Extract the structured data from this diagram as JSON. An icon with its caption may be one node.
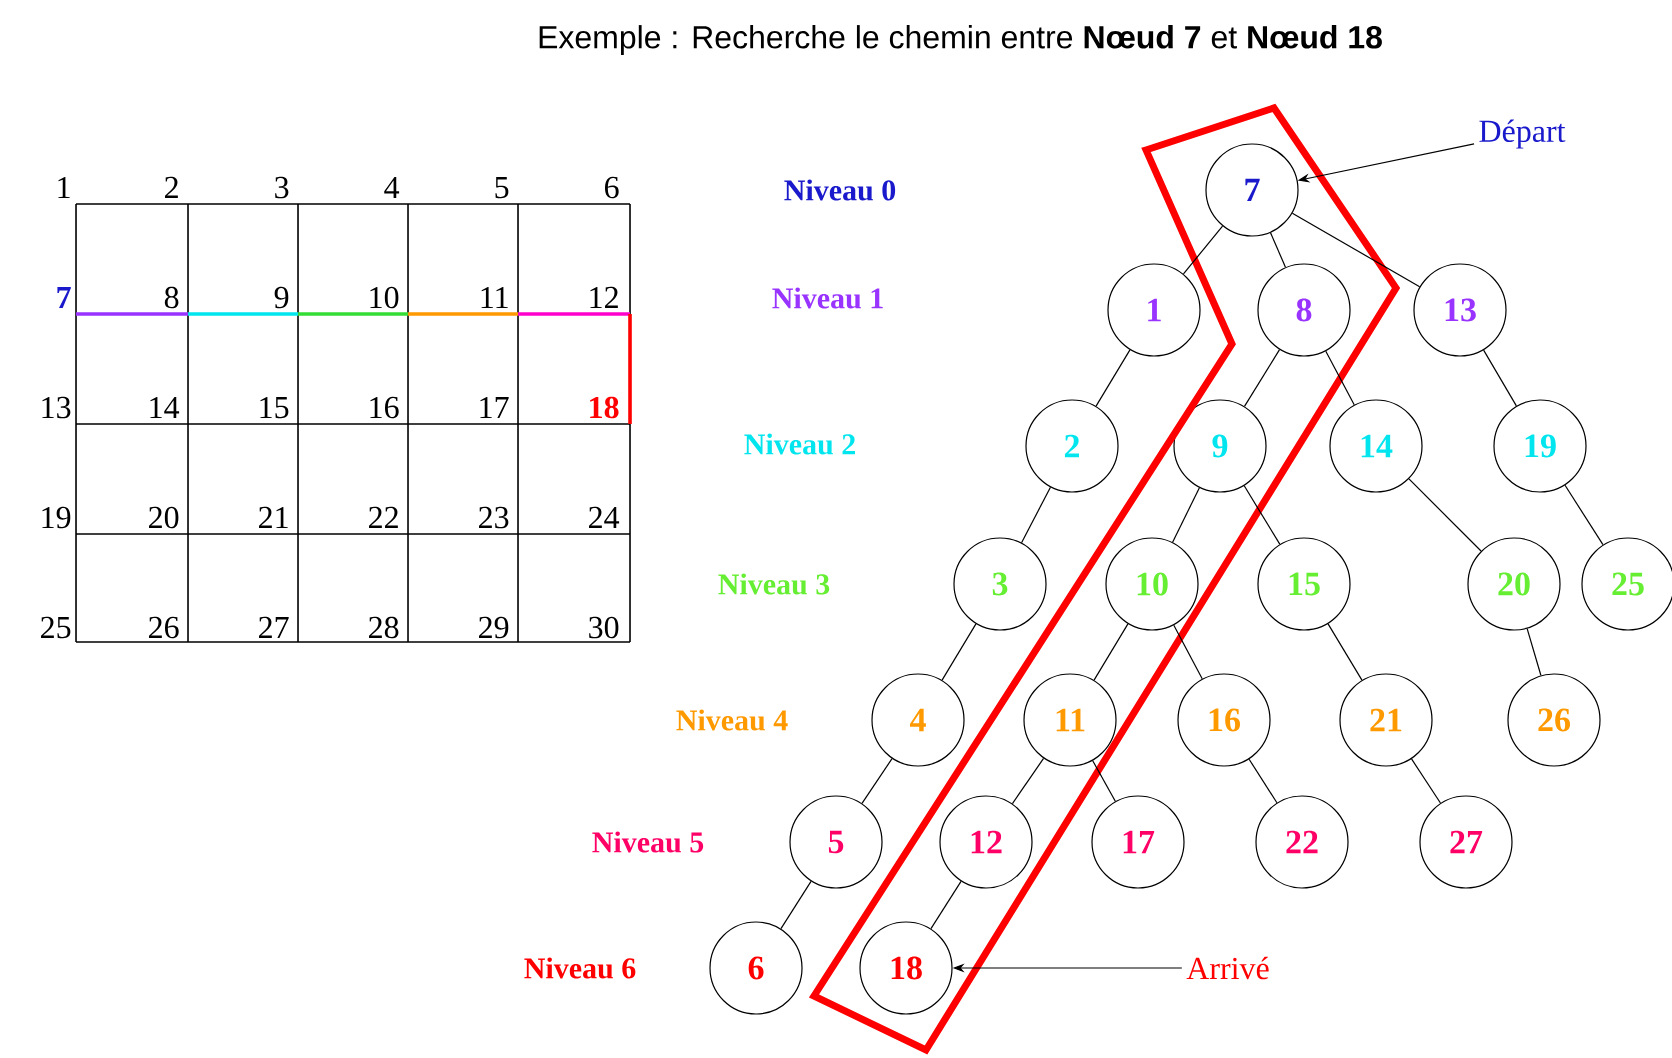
{
  "diagram": {
    "title": "Exemple : Recherche le chemin entre **Nœud 7** et **Nœud 18**",
    "nodes": [
      {
        "text": [
          "7"
        ]
      },
      {
        "text": [
          "1"
        ]
      },
      {
        "text": [
          "8"
        ]
      },
      {
        "text": [
          "13"
        ]
      },
      {
        "text": [
          "2"
        ]
      },
      {
        "text": [
          "9"
        ]
      },
      {
        "text": [
          "14"
        ]
      },
      {
        "text": [
          "19"
        ]
      },
      {
        "text": [
          "3"
        ]
      },
      {
        "text": [
          "10"
        ]
      },
      {
        "text": [
          "15"
        ]
      },
      {
        "text": [
          "20"
        ]
      },
      {
        "text": [
          "25"
        ]
      },
      {
        "text": [
          "4"
        ]
      },
      {
        "text": [
          "11"
        ]
      },
      {
        "text": [
          "16"
        ]
      },
      {
        "text": [
          "21"
        ]
      },
      {
        "text": [
          "26"
        ]
      },
      {
        "text": [
          "5"
        ]
      },
      {
        "text": [
          "12"
        ]
      },
      {
        "text": [
          "17"
        ]
      },
      {
        "text": [
          "22"
        ]
      },
      {
        "text": [
          "27"
        ]
      },
      {
        "text": [
          "6"
        ]
      },
      {
        "text": [
          "18"
        ]
      },
      {
        "text": [
          "Départ"
        ]
      },
      {
        "text": [
          "Arrivé"
        ]
      }
    ],
    "edges": [
      {
        "from": 0,
        "to": 1,
        "arrow": "none"
      },
      {
        "from": 0,
        "to": 2,
        "arrow": "none"
      },
      {
        "from": 0,
        "to": 3,
        "arrow": "none"
      },
      {
        "from": 1,
        "to": 4,
        "arrow": "none"
      },
      {
        "from": 4,
        "to": 8,
        "arrow": "none"
      },
      {
        "from": 8,
        "to": 13,
        "arrow": "none"
      },
      {
        "from": 13,
        "to": 18,
        "arrow": "none"
      },
      {
        "from": 18,
        "to": 23,
        "arrow": "none"
      },
      {
        "from": 2,
        "to": 5,
        "arrow": "none"
      },
      {
        "from": 2,
        "to": 6,
        "arrow": "none"
      },
      {
        "from": 5,
        "to": 9,
        "arrow": "none"
      },
      {
        "from": 5,
        "to": 10,
        "arrow": "none"
      },
      {
        "from": 9,
        "to": 14,
        "arrow": "none"
      },
      {
        "from": 9,
        "to": 15,
        "arrow": "none"
      },
      {
        "from": 14,
        "to": 19,
        "arrow": "none"
      },
      {
        "from": 14,
        "to": 20,
        "arrow": "none"
      },
      {
        "from": 19,
        "to": 24,
        "arrow": "none"
      },
      {
        "from": 3,
        "to": 7,
        "arrow": "none"
      },
      {
        "from": 7,
        "to": 12,
        "arrow": "none"
      },
      {
        "from": 6,
        "to": 11,
        "arrow": "none"
      },
      {
        "from": 11,
        "to": 17,
        "arrow": "none"
      },
      {
        "from": 10,
        "to": 16,
        "arrow": "none"
      },
      {
        "from": 16,
        "to": 22,
        "arrow": "none"
      },
      {
        "from": 15,
        "to": 21,
        "arrow": "none"
      },
      {
        "from": 25,
        "to": 0,
        "arrow": "to"
      },
      {
        "from": 26,
        "to": 24,
        "arrow": "to"
      }
    ],
    "labels": [
      "1",
      "2",
      "3",
      "4",
      "5",
      "6",
      "7",
      "8",
      "9",
      "10",
      "11",
      "12",
      "13",
      "14",
      "15",
      "16",
      "17",
      "18",
      "19",
      "20",
      "21",
      "22",
      "23",
      "24",
      "25",
      "26",
      "27",
      "28",
      "29",
      "30",
      "Niveau 0",
      "Niveau 1",
      "Niveau 2",
      "Niveau 3",
      "Niveau 4",
      "Niveau 5",
      "Niveau 6"
    ]
  }
}
